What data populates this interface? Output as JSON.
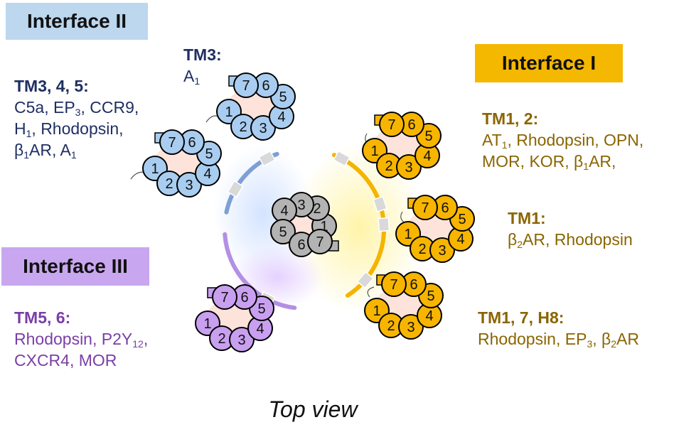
{
  "interfaces": {
    "one": "Interface I",
    "two": "Interface II",
    "three": "Interface III"
  },
  "labels": {
    "tm3_top": {
      "head": "TM3:",
      "lines": [
        [
          [
            "A"
          ],
          [
            "1",
            "sub"
          ]
        ]
      ]
    },
    "iface2": {
      "head": "TM3, 4, 5:",
      "lines": [
        [
          [
            "C5a, EP"
          ],
          [
            "3",
            "sub"
          ],
          [
            ", CCR9,"
          ]
        ],
        [
          [
            "H"
          ],
          [
            "1",
            "sub"
          ],
          [
            ", Rhodopsin,"
          ]
        ],
        [
          [
            "β"
          ],
          [
            "1",
            "sub"
          ],
          [
            "AR, A"
          ],
          [
            "1",
            "sub"
          ]
        ]
      ]
    },
    "tm12": {
      "head": "TM1, 2:",
      "lines": [
        [
          [
            "AT"
          ],
          [
            "1",
            "sub"
          ],
          [
            ", Rhodopsin, OPN,"
          ]
        ],
        [
          [
            "MOR, KOR, β"
          ],
          [
            "1",
            "sub"
          ],
          [
            "AR,"
          ]
        ]
      ]
    },
    "tm1": {
      "head": "TM1:",
      "lines": [
        [
          [
            "β"
          ],
          [
            "2",
            "sub"
          ],
          [
            "AR, Rhodopsin"
          ]
        ]
      ]
    },
    "tm17h8": {
      "head": "TM1, 7, H8:",
      "lines": [
        [
          [
            "Rhodopsin, EP"
          ],
          [
            "3",
            "sub"
          ],
          [
            ", β"
          ],
          [
            "2",
            "sub"
          ],
          [
            "AR"
          ]
        ]
      ]
    },
    "tm56": {
      "head": "TM5, 6:",
      "lines": [
        [
          [
            "Rhodopsin, P2Y"
          ],
          [
            "12",
            "sub"
          ],
          [
            ","
          ]
        ],
        [
          [
            "CXCR4, MOR"
          ]
        ]
      ]
    }
  },
  "caption": "Top view",
  "helix_numbers": [
    "1",
    "2",
    "3",
    "4",
    "5",
    "6",
    "7"
  ],
  "colors": {
    "blue": "#a9cdf0",
    "gold": "#f7b500",
    "purple": "#c9a0f0",
    "gray": "#b3b3b3",
    "core": "#fde3da",
    "arc_blue": "#7e9fd6",
    "arc_gold": "#f4b400",
    "arc_purple": "#b48fe4"
  }
}
